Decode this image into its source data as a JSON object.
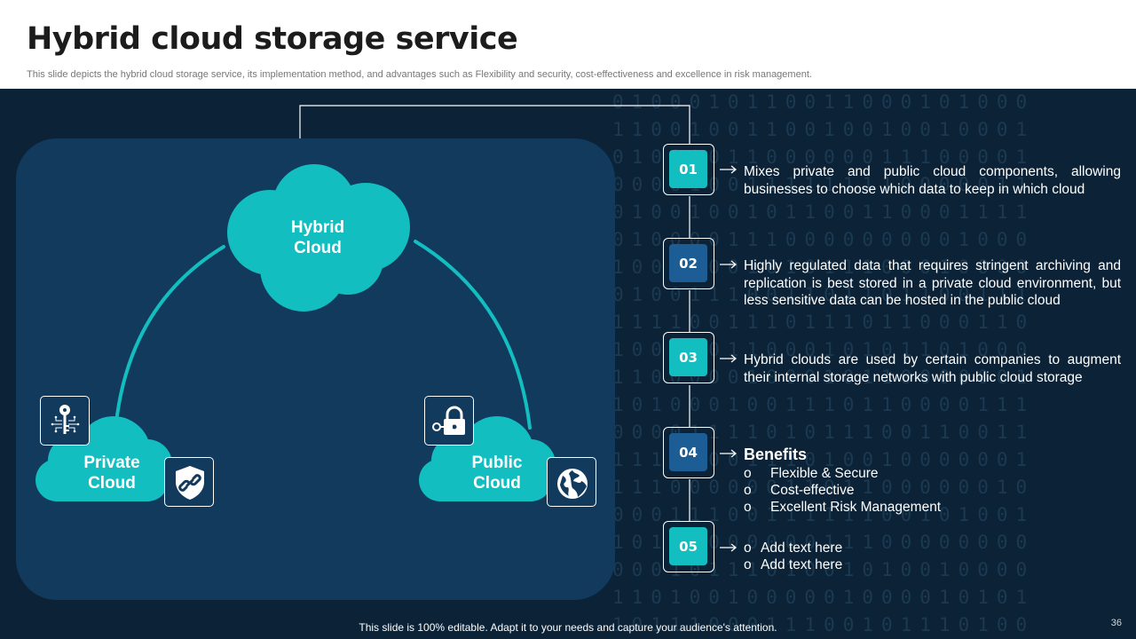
{
  "slide": {
    "title": "Hybrid cloud storage service",
    "subtitle": "This slide depicts the hybrid cloud storage service, its implementation method, and advantages such as Flexibility and security, cost-effectiveness and excellence in risk management.",
    "footer": "This slide is 100% editable. Adapt it to your needs and capture your audience's attention.",
    "page_number": "36"
  },
  "diagram": {
    "hybrid_cloud": [
      "Hybrid",
      "Cloud"
    ],
    "private_cloud": [
      "Private",
      "Cloud"
    ],
    "public_cloud": [
      "Public",
      "Cloud"
    ]
  },
  "steps": [
    {
      "number": "01",
      "text": "Mixes private and public cloud components, allowing businesses to choose which data to keep in which cloud"
    },
    {
      "number": "02",
      "text": "Highly regulated data that requires stringent archiving and replication is best stored in a private cloud environment,  but less sensitive data can be hosted in the public cloud"
    },
    {
      "number": "03",
      "text": "Hybrid clouds are used by certain companies to augment their internal storage networks with public cloud storage"
    },
    {
      "number": "04",
      "heading": "Benefits",
      "bullets": [
        "Flexible & Secure",
        "Cost-effective",
        "Excellent  Risk Management"
      ]
    },
    {
      "number": "05",
      "bullets": [
        "Add text here",
        "Add text here"
      ]
    }
  ],
  "bullet_marker": "o",
  "colors": {
    "background": "#0c2236",
    "panel": "#113a5c",
    "teal": "#13bec0",
    "blue": "#1d5d96",
    "white": "#ffffff"
  }
}
